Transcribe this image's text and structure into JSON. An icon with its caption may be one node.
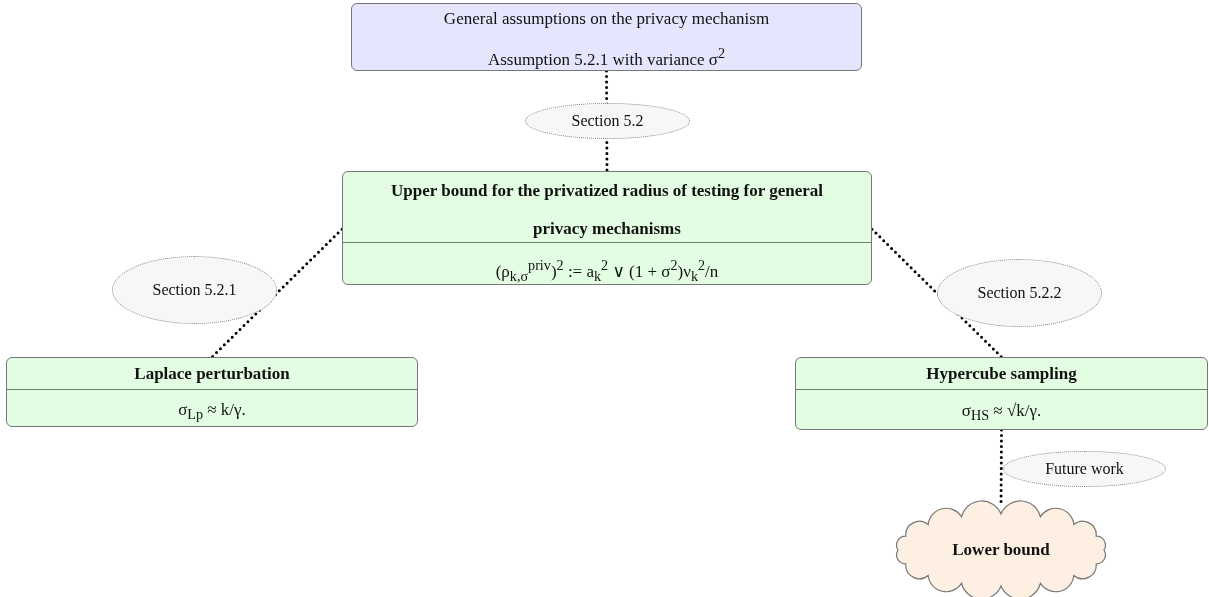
{
  "diagram": {
    "nodes": [
      {
        "text": [
          "General assumptions on the privacy mechanism",
          "Assumption 5.2.1 with variance σ$^{2}$"
        ]
      },
      {
        "text": [
          "Upper bound for the privatized radius of testing for general privacy mechanisms",
          "(ρ$_{k,σ}$$^{priv}$)$^{2}$ := a$_{k}$$^{2}$ ∨ (1 + σ$^{2}$)ν$_{k}$$^{2}$/n"
        ]
      },
      {
        "text": [
          "Laplace perturbation",
          "σ$_{Lp}$ ≈ k/γ."
        ]
      },
      {
        "text": [
          "Hypercube sampling",
          "σ$_{HS}$ ≈ √k/γ."
        ]
      },
      {
        "text": [
          "Lower bound"
        ]
      }
    ],
    "edges": [
      {
        "from": 0,
        "to": 1,
        "arrow": "none",
        "label": "Section 5.2"
      },
      {
        "from": 1,
        "to": 2,
        "arrow": "none",
        "label": "Section 5.2.1"
      },
      {
        "from": 1,
        "to": 3,
        "arrow": "none",
        "label": "Section 5.2.2"
      },
      {
        "from": 3,
        "to": 4,
        "arrow": "none",
        "label": "Future work"
      }
    ]
  }
}
